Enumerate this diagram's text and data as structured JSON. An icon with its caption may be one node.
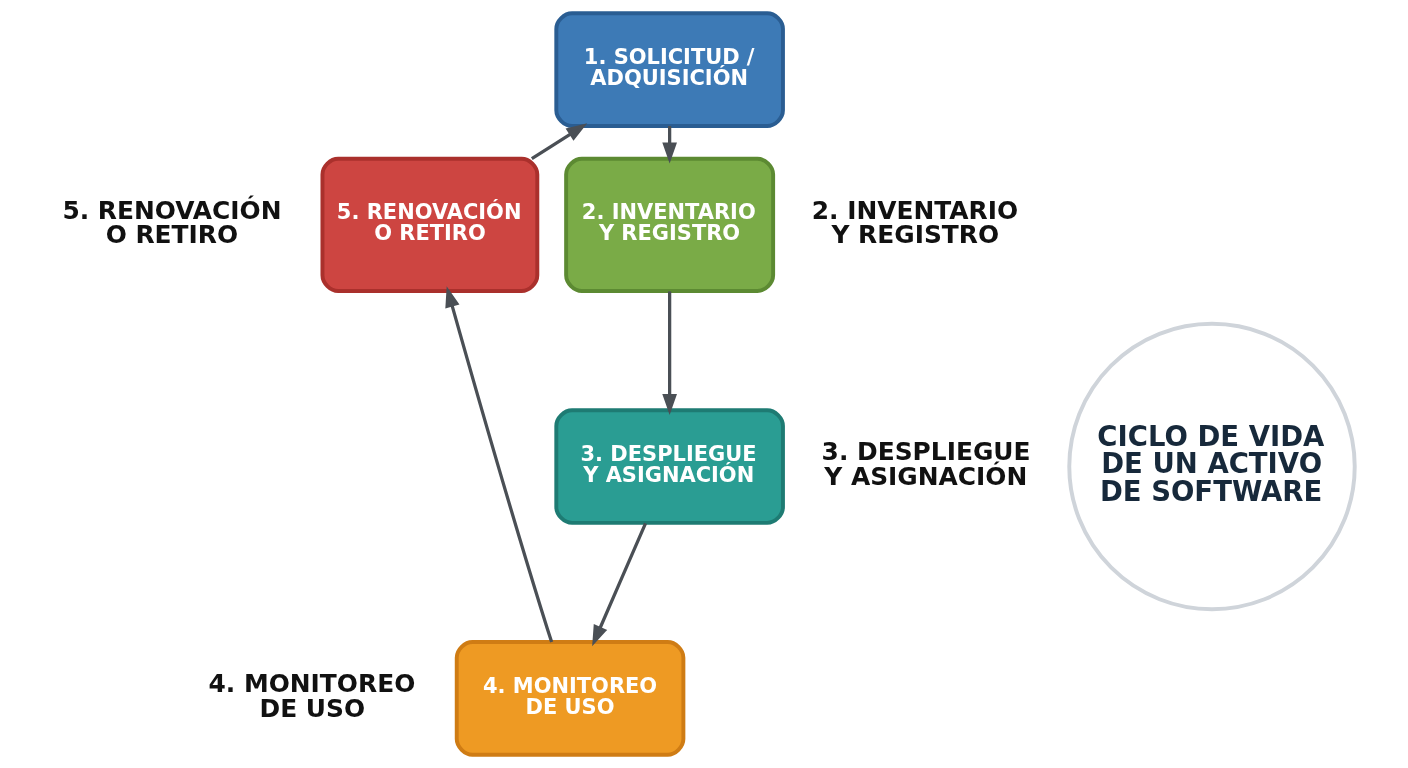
{
  "diagram": {
    "nodes": [
      {
        "text": [
          "1. SOLICITUD / ADQUISICIÓN"
        ]
      },
      {
        "text": [
          "2. INVENTARIO Y REGISTRO"
        ],
        "beside": [
          "2. INVENTARIO Y REGISTRO"
        ]
      },
      {
        "text": [
          "3. DESPLIEGUE Y ASIGNACIÓN"
        ],
        "beside": [
          "3. DESPLIEGUE Y ASIGNACIÓN"
        ]
      },
      {
        "text": [
          "4. MONITOREO DE USO"
        ],
        "beside": [
          "4. MONITOREO DE USO"
        ]
      },
      {
        "text": [
          "5. RENOVACIÓN O RETIRO"
        ],
        "beside": [
          "5. RENOVACIÓN O RETIRO"
        ]
      },
      {
        "text": [
          "CICLO DE VIDA DE UN ACTIVO DE SOFTWARE"
        ]
      }
    ],
    "edges": [
      {
        "from": 0,
        "to": 1,
        "arrow": "to"
      },
      {
        "from": 1,
        "to": 2,
        "arrow": "to"
      },
      {
        "from": 2,
        "to": 3,
        "arrow": "to"
      },
      {
        "from": 3,
        "to": 4,
        "arrow": "to"
      },
      {
        "from": 4,
        "to": 0,
        "arrow": "to"
      }
    ]
  }
}
